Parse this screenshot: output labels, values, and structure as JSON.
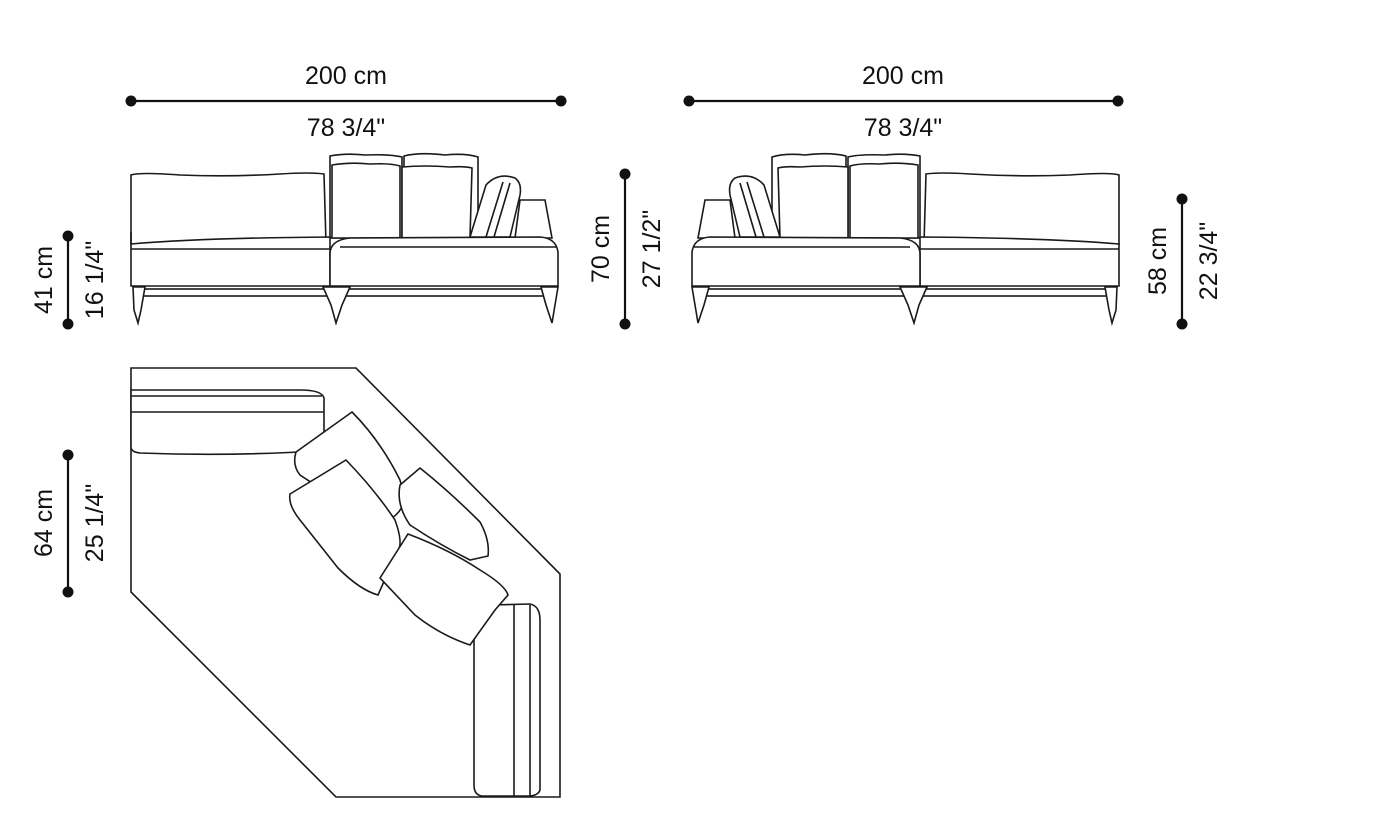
{
  "drawing": {
    "front_view_left": {
      "width_cm": "200 cm",
      "width_in": "78 3/4\"",
      "seat_height_cm": "41 cm",
      "seat_height_in": "16 1/4\"",
      "total_height_cm": "70 cm",
      "total_height_in": "27 1/2\""
    },
    "front_view_right": {
      "width_cm": "200 cm",
      "width_in": "78 3/4\"",
      "arm_height_cm": "58 cm",
      "arm_height_in": "22 3/4\""
    },
    "plan_view": {
      "depth_cm": "64 cm",
      "depth_in": "25 1/4\""
    }
  }
}
